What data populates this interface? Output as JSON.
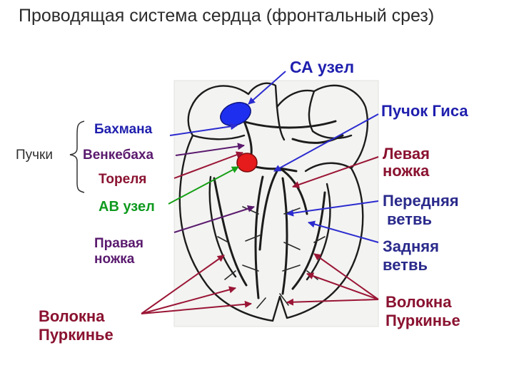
{
  "title": "Проводящая система сердца (фронтальный срез)",
  "labels": {
    "sa_node": "СА узел",
    "his_bundle": "Пучок Гиса",
    "left_bundle_line1": "Левая",
    "left_bundle_line2": "ножка",
    "anterior_line1": "Передняя",
    "anterior_line2": "ветвь",
    "posterior_line1": "Задняя",
    "posterior_line2": "ветвь",
    "purkinje_right_line1": "Волокна",
    "purkinje_right_line2": "Пуркинье",
    "purkinje_left_line1": "Волокна",
    "purkinje_left_line2": "Пуркинье",
    "bundles_group": "Пучки",
    "bachmann": "Бахмана",
    "wenckebach": "Венкебаха",
    "thorel": "Тореля",
    "av_node": "АВ узел",
    "right_bundle_line1": "Правая",
    "right_bundle_line2": "ножка"
  },
  "colors": {
    "sa_node": "#1e2ff0",
    "av_node": "#e61b1b",
    "arrow_blue": "#2b2bd0",
    "arrow_maroon": "#9a1535",
    "arrow_purple": "#5a1a6e",
    "arrow_green": "#16a016"
  }
}
